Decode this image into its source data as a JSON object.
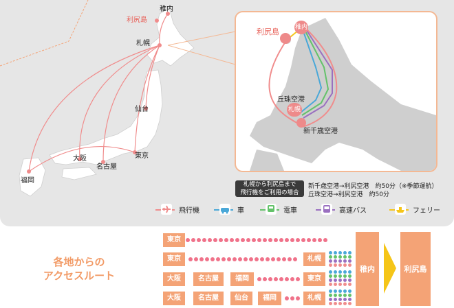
{
  "colors": {
    "plane": "#f08c8c",
    "car": "#4aa8d8",
    "train": "#63c26a",
    "bus": "#9a6fc0",
    "ferry": "#f5c518",
    "accent": "#f4a376",
    "dot_pink": "#f0728a"
  },
  "map": {
    "cities": {
      "wakkanai": "稚内",
      "rishiri": "利尻島",
      "sapporo": "札幌",
      "sendai": "仙台",
      "tokyo": "東京",
      "nagoya": "名古屋",
      "osaka": "大阪",
      "fukuoka": "福岡"
    },
    "inset": {
      "rishiri": "利尻島",
      "wakkanai": "稚内",
      "okadama": "丘珠空港",
      "sapporo": "札幌",
      "new_chitose": "新千歳空港"
    },
    "note": {
      "badge_line1": "札幌から利尻島まで",
      "badge_line2": "飛行機をご利用の場合",
      "line1": "新千歳空港→利尻空港　約50分（※季節運航）",
      "line2": "丘珠空港→利尻空港　約50分"
    }
  },
  "legend": [
    {
      "label": "飛行機",
      "icon": "airplane-icon",
      "color": "#f08c8c"
    },
    {
      "label": "車",
      "icon": "car-icon",
      "color": "#4aa8d8"
    },
    {
      "label": "電車",
      "icon": "train-icon",
      "color": "#63c26a"
    },
    {
      "label": "高速バス",
      "icon": "bus-icon",
      "color": "#9a6fc0"
    },
    {
      "label": "フェリー",
      "icon": "ferry-icon",
      "color": "#f5c518"
    }
  ],
  "routes": {
    "title_line1": "各地からの",
    "title_line2": "アクセスルート",
    "rows": [
      {
        "stops": [
          "東京"
        ]
      },
      {
        "stops": [
          "東京",
          "札幌"
        ]
      },
      {
        "stops": [
          "大阪",
          "名古屋",
          "福岡",
          "東京"
        ]
      },
      {
        "stops": [
          "大阪",
          "名古屋",
          "仙台",
          "福岡",
          "札幌"
        ]
      }
    ],
    "hub": "稚内",
    "destination": "利尻島"
  }
}
